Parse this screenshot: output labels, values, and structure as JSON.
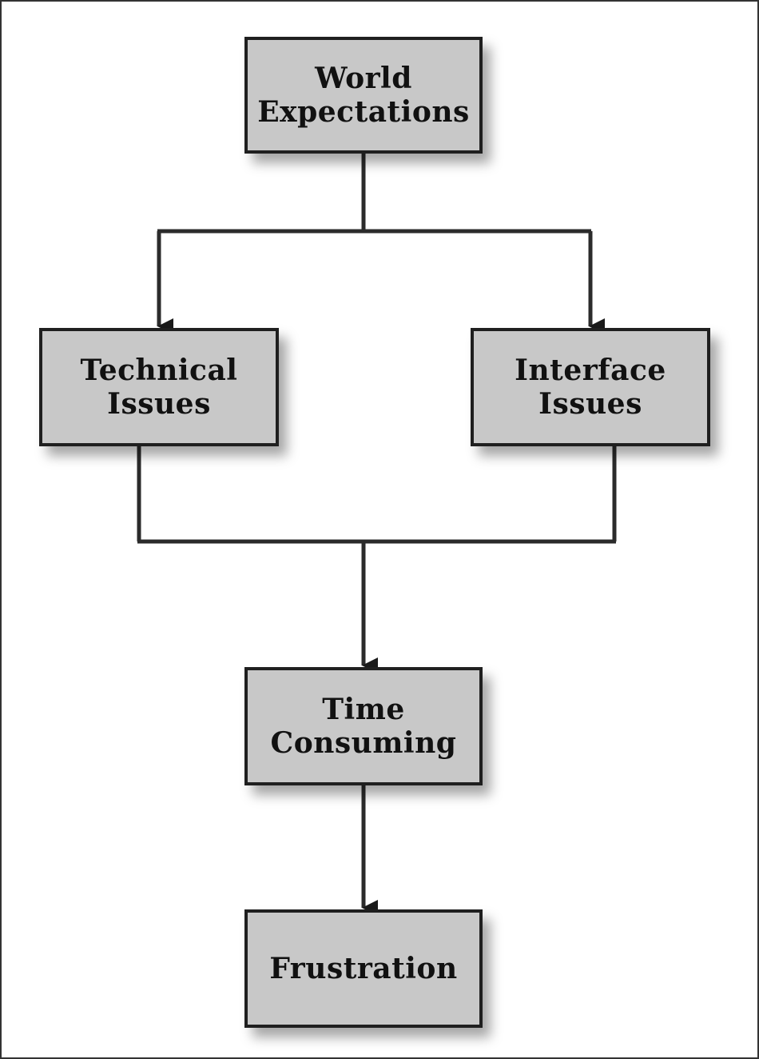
{
  "diagram": {
    "type": "flowchart",
    "nodes": [
      {
        "id": "world",
        "label": "World\nExpectations"
      },
      {
        "id": "tech",
        "label": "Technical\nIssues"
      },
      {
        "id": "iface",
        "label": "Interface\nIssues"
      },
      {
        "id": "time",
        "label": "Time\nConsuming"
      },
      {
        "id": "frus",
        "label": "Frustration"
      }
    ],
    "edges": [
      {
        "from": "world",
        "to": "tech",
        "style": "arrow"
      },
      {
        "from": "world",
        "to": "iface",
        "style": "arrow"
      },
      {
        "from": "tech",
        "to": "time",
        "style": "merge-arrow"
      },
      {
        "from": "iface",
        "to": "time",
        "style": "merge-arrow"
      },
      {
        "from": "time",
        "to": "frus",
        "style": "arrow"
      }
    ]
  },
  "colors": {
    "node_fill": "#c8c8c8",
    "node_border": "#1f1f1f",
    "connector": "#2b2b2b"
  }
}
